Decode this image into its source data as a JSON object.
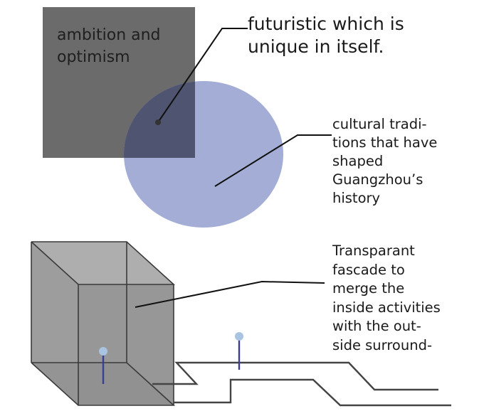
{
  "labels": {
    "ambition": "ambition and\noptimism",
    "futuristic": "futuristic which is\nunique in itself.",
    "cultural": "cultural tradi-\ntions that have\nshaped\nGuangzhou’s\nhistory",
    "transparent": "Transparant\nfascade to\nmerge the\ninside activities\nwith the out-\nside surround-"
  },
  "colors": {
    "square": "#6b6b6b",
    "circle": "#a3add6",
    "overlap": "#4f5470",
    "leader": "#111111",
    "box_fill": "#8c8c8c",
    "box_edge": "#3a3a3a",
    "pin_stem": "#3c3f92",
    "pin_head": "#a8c4e0",
    "path": "#444444"
  }
}
